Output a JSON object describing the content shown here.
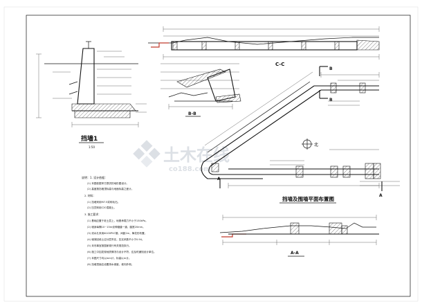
{
  "sheet": {
    "views": {
      "retaining_wall_1": {
        "title": "挡墙1",
        "scale": "1:50"
      },
      "section_bb": {
        "title": "B-B"
      },
      "section_cc": {
        "title": "C-C"
      },
      "plan": {
        "title": "挡墙及围墙平面布置图",
        "north": "北"
      },
      "section_aa": {
        "title": "A-A"
      }
    },
    "section_markers": {
      "a": "A",
      "b": "B"
    },
    "watermark": {
      "cn": "土木在线",
      "en": "co188.com"
    },
    "notes": {
      "heading": "说明：1. 设计依据：",
      "lines": [
        "(1) 本图依据甲方提供的地形图设计。",
        "(2) 高度按挡墙顶标高与地面标高之差计。",
        "2. 材料：",
        "(1) 挡墙采用M7.5浆砌毛石。",
        "(2) 压顶采用C20混凝土。",
        "3. 施工要求：",
        "(1) 基础应置于老土层上，地基承载力不小于150kPa。",
        "(2) 墙身每隔10~15m设伸缩缝一道，缝宽20mm。",
        "(3) 泄水孔采用Φ100PVC管，间距2m，梅花形布置。",
        "(4) 墙背回填土应分层夯实，压实系数不小于0.94。",
        "(5) 未尽事宜按国家现行有关规范执行。",
        "(6) 施工中如发现地质情况与设计不符，应及时通知设计单位。",
        "(7) 本图尺寸均以mm计，标高以m计。",
        "(8) 挡墙顶面应设置排水坡度，坡向外侧。"
      ]
    }
  }
}
